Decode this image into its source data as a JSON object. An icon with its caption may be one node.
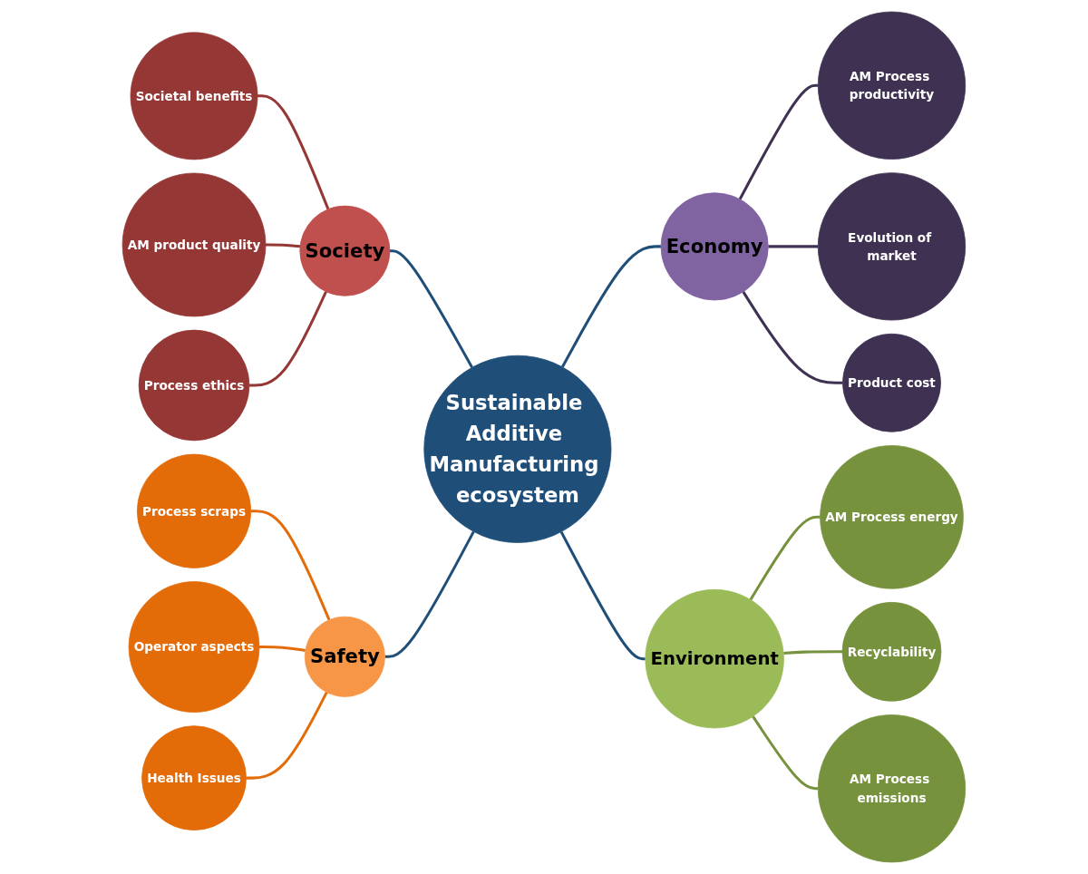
{
  "diagram": {
    "nodes": [
      {
        "text": [
          "Sustainable Additive Manufacturing ecosystem"
        ]
      },
      {
        "text": [
          "Society"
        ]
      },
      {
        "text": [
          "Societal benefits"
        ]
      },
      {
        "text": [
          "AM product quality"
        ]
      },
      {
        "text": [
          "Process ethics"
        ]
      },
      {
        "text": [
          "Economy"
        ]
      },
      {
        "text": [
          "AM Process productivity"
        ]
      },
      {
        "text": [
          "Evolution of market"
        ]
      },
      {
        "text": [
          "Product cost"
        ]
      },
      {
        "text": [
          "Safety"
        ]
      },
      {
        "text": [
          "Process scraps"
        ]
      },
      {
        "text": [
          "Operator aspects"
        ]
      },
      {
        "text": [
          "Health Issues"
        ]
      },
      {
        "text": [
          "Environment"
        ]
      },
      {
        "text": [
          "AM Process energy"
        ]
      },
      {
        "text": [
          "Recyclability"
        ]
      },
      {
        "text": [
          "AM Process emissions"
        ]
      }
    ],
    "edges": [
      {
        "from": 1,
        "to": 0,
        "arrow": "none",
        "color": "#1f4e79"
      },
      {
        "from": 0,
        "to": 5,
        "arrow": "none",
        "color": "#1f4e79"
      },
      {
        "from": 9,
        "to": 0,
        "arrow": "none",
        "color": "#1f4e79"
      },
      {
        "from": 0,
        "to": 13,
        "arrow": "none",
        "color": "#1f4e79"
      },
      {
        "from": 2,
        "to": 1,
        "arrow": "none",
        "color": "#953735"
      },
      {
        "from": 3,
        "to": 1,
        "arrow": "none",
        "color": "#953735"
      },
      {
        "from": 4,
        "to": 1,
        "arrow": "none",
        "color": "#953735"
      },
      {
        "from": 5,
        "to": 6,
        "arrow": "none",
        "color": "#3f3151"
      },
      {
        "from": 5,
        "to": 7,
        "arrow": "none",
        "color": "#3f3151"
      },
      {
        "from": 5,
        "to": 8,
        "arrow": "none",
        "color": "#3f3151"
      },
      {
        "from": 10,
        "to": 9,
        "arrow": "none",
        "color": "#e36c09"
      },
      {
        "from": 11,
        "to": 9,
        "arrow": "none",
        "color": "#e36c09"
      },
      {
        "from": 12,
        "to": 9,
        "arrow": "none",
        "color": "#e36c09"
      },
      {
        "from": 13,
        "to": 14,
        "arrow": "none",
        "color": "#76923c"
      },
      {
        "from": 13,
        "to": 15,
        "arrow": "none",
        "color": "#76923c"
      },
      {
        "from": 13,
        "to": 16,
        "arrow": "none",
        "color": "#76923c"
      }
    ]
  }
}
